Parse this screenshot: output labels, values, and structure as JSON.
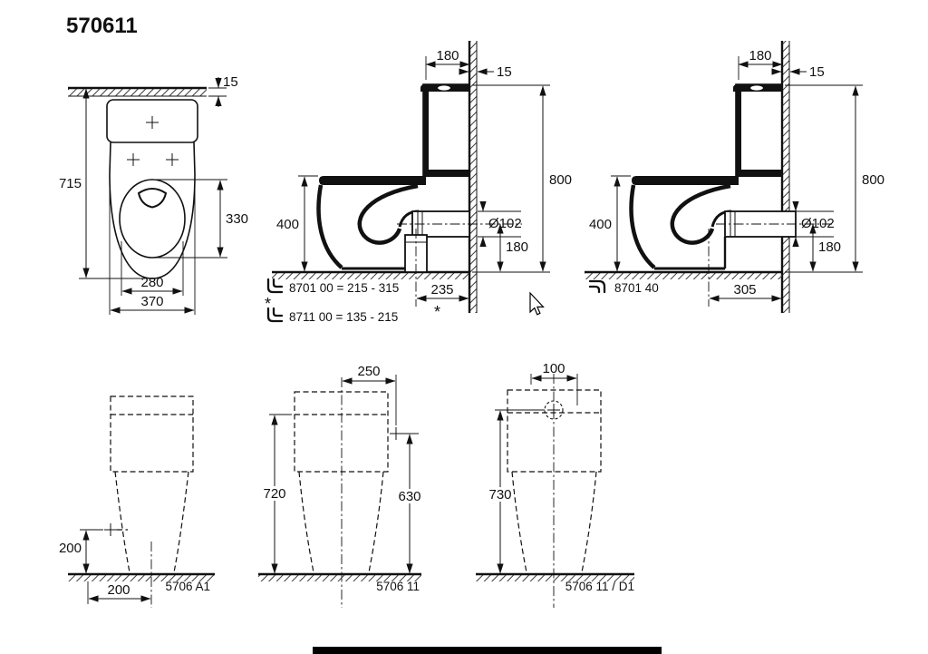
{
  "title": "570611",
  "plan_view": {
    "wall_panel": "15",
    "depth": "715",
    "seat_cutout": "330",
    "bowl_width": "280",
    "overall_width": "370"
  },
  "side_view_vario_outlet": {
    "cistern_depth": "180",
    "wall_panel": "15",
    "overall_height": "800",
    "rim_height": "400",
    "outlet_diameter": "Ø102",
    "outlet_height": "180",
    "outlet_distance": "235",
    "asterisk": "*",
    "note_1": "8701 00 = 215 - 315",
    "note_2": "8711 00 = 135 - 215",
    "note_asterisk": "*"
  },
  "side_view_wall_outlet": {
    "cistern_depth": "180",
    "wall_panel": "15",
    "overall_height": "800",
    "rim_height": "400",
    "outlet_diameter": "Ø102",
    "outlet_height": "180",
    "outlet_distance": "305",
    "note": "8701 40"
  },
  "front_view_a1": {
    "supply_height": "200",
    "supply_offset": "200",
    "model": "5706 A1"
  },
  "front_view_11": {
    "supply_offset": "250",
    "height_left": "720",
    "height_right": "630",
    "model": "5706 11"
  },
  "front_view_d1": {
    "supply_offset": "100",
    "height": "730",
    "model": "5706 11 / D1"
  }
}
